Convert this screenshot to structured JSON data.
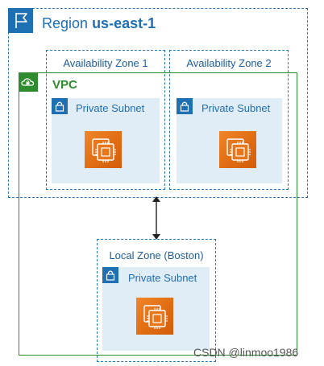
{
  "region": {
    "label_prefix": "Region",
    "label_name": "us-east-1",
    "icon": "flag-icon",
    "color": "#1f6fb3"
  },
  "vpc": {
    "label": "VPC",
    "icon": "cloud-lock-icon",
    "color": "#2e8b2e"
  },
  "zones": [
    {
      "label": "Availability Zone 1",
      "subnet": {
        "label": "Private Subnet",
        "icon": "lock-icon"
      },
      "instance_icon": "ec2-instance-icon"
    },
    {
      "label": "Availability Zone 2",
      "subnet": {
        "label": "Private Subnet",
        "icon": "lock-icon"
      },
      "instance_icon": "ec2-instance-icon"
    },
    {
      "label": "Local Zone (Boston)",
      "subnet": {
        "label": "Private Subnet",
        "icon": "lock-icon"
      },
      "instance_icon": "ec2-instance-icon"
    }
  ],
  "connector": {
    "icon": "bidirectional-arrow"
  },
  "watermark": "CSDN @linmoo1986",
  "colors": {
    "subnet_fill": "#e1edf6",
    "ec2_orange": "#e8761b",
    "az_border": "#2b79b8"
  }
}
